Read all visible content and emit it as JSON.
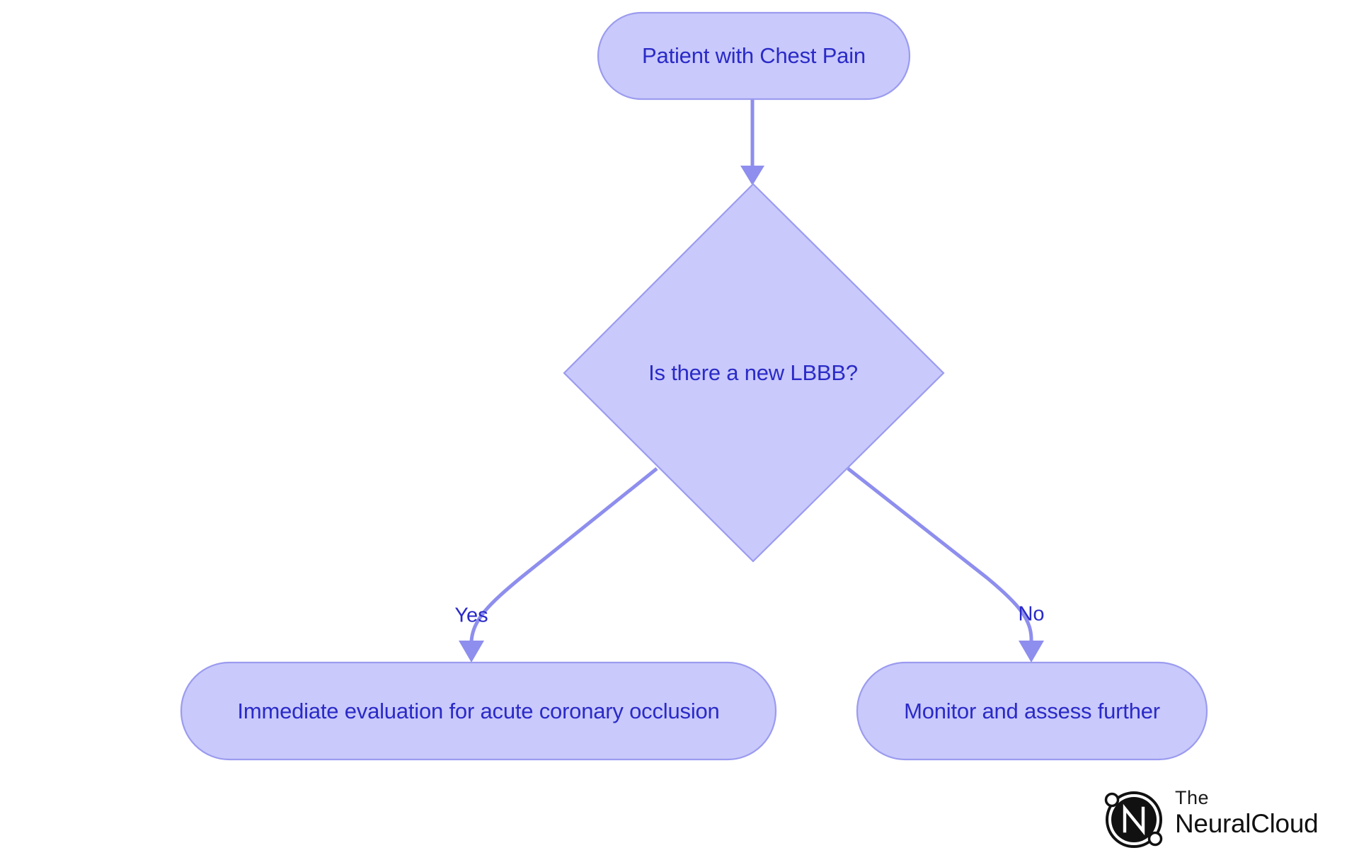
{
  "diagram": {
    "type": "flowchart",
    "orientation": "top-down",
    "background_color": "#ffffff",
    "node_fill_color": "#c9c9fb",
    "node_border_color": "#9b9bf0",
    "node_text_color": "#2a2ac8",
    "edge_color": "#8e8eee",
    "nodes": [
      {
        "id": "start",
        "label": "Patient with Chest Pain",
        "shape": "rounded-rectangle"
      },
      {
        "id": "decision",
        "label": "Is there a new LBBB?",
        "shape": "diamond"
      },
      {
        "id": "yes-outcome",
        "label": "Immediate evaluation for acute coronary occlusion",
        "shape": "rounded-rectangle"
      },
      {
        "id": "no-outcome",
        "label": "Monitor and assess further",
        "shape": "rounded-rectangle"
      }
    ],
    "edges": [
      {
        "id": "edge-start-decision",
        "from": "start",
        "to": "decision",
        "label": ""
      },
      {
        "id": "edge-decision-yes",
        "from": "decision",
        "to": "yes-outcome",
        "label": "Yes"
      },
      {
        "id": "edge-decision-no",
        "from": "decision",
        "to": "no-outcome",
        "label": "No"
      }
    ]
  },
  "logo": {
    "mark_letter": "N",
    "line1": "The",
    "line2": "NeuralCloud",
    "color": "#111111"
  }
}
